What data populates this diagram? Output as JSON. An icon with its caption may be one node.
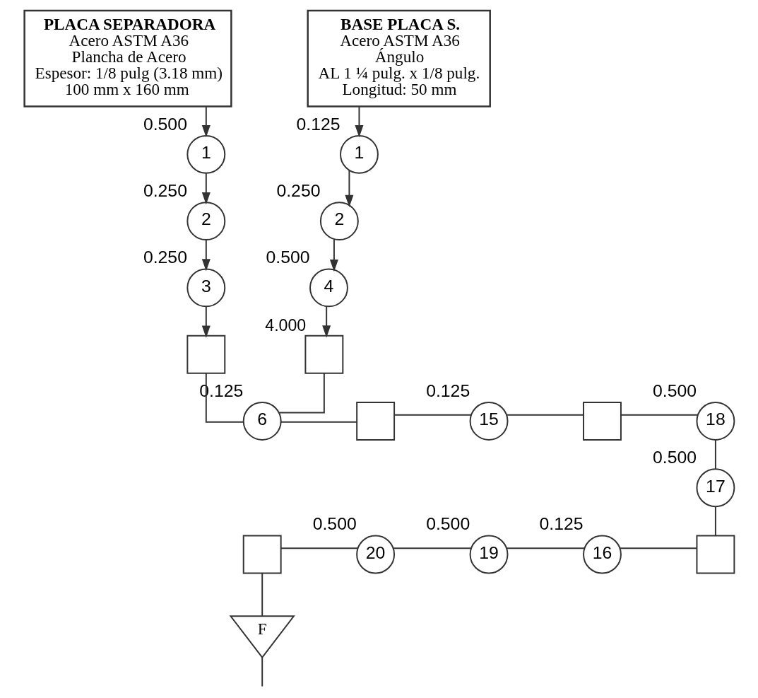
{
  "diagram": {
    "nodes": [
      {
        "text": [
          "PLACA SEPARADORA",
          "Acero ASTM A36",
          "Plancha de Acero",
          "Espesor: 1/8 pulg (3.18 mm)",
          "100 mm x 160 mm"
        ]
      },
      {
        "text": [
          "BASE PLACA S.",
          "Acero ASTM A36",
          "Ángulo",
          "AL 1 ¼ pulg. x 1/8 pulg.",
          "Longitud: 50 mm"
        ]
      },
      {
        "text": [
          "1"
        ],
        "beside": [
          "0.500"
        ]
      },
      {
        "text": [
          "2"
        ],
        "beside": [
          "0.250"
        ]
      },
      {
        "text": [
          "3"
        ],
        "beside": [
          "0.250"
        ]
      },
      {
        "text": [],
        "shape": "box"
      },
      {
        "text": [
          "1"
        ],
        "beside": [
          "0.125"
        ]
      },
      {
        "text": [
          "2"
        ],
        "beside": [
          "0.250"
        ]
      },
      {
        "text": [
          "4"
        ],
        "beside": [
          "0.500"
        ]
      },
      {
        "text": [],
        "shape": "box",
        "beside": [
          "4.000"
        ]
      },
      {
        "text": [
          "6"
        ],
        "beside": [
          "0.125"
        ]
      },
      {
        "text": [],
        "shape": "box"
      },
      {
        "text": [
          "15"
        ],
        "beside": [
          "0.125"
        ]
      },
      {
        "text": [],
        "shape": "box"
      },
      {
        "text": [
          "18"
        ],
        "beside": [
          "0.500"
        ]
      },
      {
        "text": [
          "17"
        ],
        "beside": [
          "0.500"
        ]
      },
      {
        "text": [],
        "shape": "box"
      },
      {
        "text": [
          "16"
        ],
        "beside": [
          "0.125"
        ]
      },
      {
        "text": [
          "19"
        ],
        "beside": [
          "0.500"
        ]
      },
      {
        "text": [
          "20"
        ],
        "beside": [
          "0.500"
        ]
      },
      {
        "text": [],
        "shape": "box"
      },
      {
        "text": [
          "F"
        ]
      }
    ],
    "edges": [
      {
        "from": 0,
        "to": 2,
        "arrow": "to"
      },
      {
        "from": 2,
        "to": 3,
        "arrow": "to"
      },
      {
        "from": 3,
        "to": 4,
        "arrow": "to"
      },
      {
        "from": 4,
        "to": 5,
        "arrow": "to"
      },
      {
        "from": 1,
        "to": 6,
        "arrow": "to"
      },
      {
        "from": 6,
        "to": 7,
        "arrow": "to"
      },
      {
        "from": 7,
        "to": 8,
        "arrow": "to"
      },
      {
        "from": 8,
        "to": 9,
        "arrow": "to"
      },
      {
        "from": 5,
        "to": 10,
        "arrow": "none"
      },
      {
        "from": 9,
        "to": 10,
        "arrow": "none"
      },
      {
        "from": 10,
        "to": 11,
        "arrow": "none"
      },
      {
        "from": 11,
        "to": 12,
        "arrow": "none"
      },
      {
        "from": 12,
        "to": 13,
        "arrow": "none"
      },
      {
        "from": 13,
        "to": 14,
        "arrow": "none"
      },
      {
        "from": 14,
        "to": 15,
        "arrow": "none"
      },
      {
        "from": 15,
        "to": 16,
        "arrow": "none"
      },
      {
        "from": 16,
        "to": 17,
        "arrow": "none"
      },
      {
        "from": 17,
        "to": 18,
        "arrow": "none"
      },
      {
        "from": 18,
        "to": 19,
        "arrow": "none"
      },
      {
        "from": 19,
        "to": 20,
        "arrow": "none"
      },
      {
        "from": 20,
        "to": 21,
        "arrow": "none"
      },
      {
        "from": 21,
        "to": null,
        "arrow": "none"
      }
    ]
  }
}
